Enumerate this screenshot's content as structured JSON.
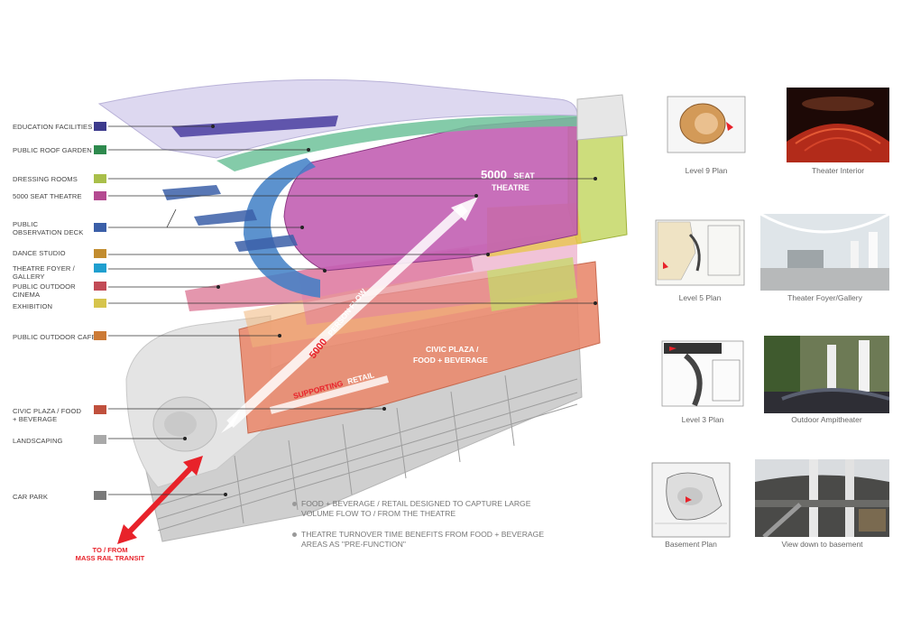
{
  "legend": [
    {
      "label": "EDUCATION FACILITIES",
      "color": "#3c3a8c"
    },
    {
      "label": "PUBLIC ROOF GARDEN",
      "color": "#2e8a4e"
    },
    {
      "label": "DRESSING ROOMS",
      "color": "#a9bf4a"
    },
    {
      "label": "5000 SEAT THEATRE",
      "color": "#b44a91"
    },
    {
      "label": "PUBLIC OBSERVATION DECK",
      "color": "#3b5fa8"
    },
    {
      "label": "DANCE STUDIO",
      "color": "#c28c2f"
    },
    {
      "label": "THEATRE FOYER / GALLERY",
      "color": "#1f9fcf"
    },
    {
      "label": "PUBLIC OUTDOOR CINEMA",
      "color": "#c24b56"
    },
    {
      "label": "EXHIBITION",
      "color": "#d6c44c"
    },
    {
      "label": "PUBLIC OUTDOOR CAFE",
      "color": "#cc7a35"
    },
    {
      "label": "CIVIC PLAZA / FOOD + BEVERAGE",
      "color": "#c0503d"
    },
    {
      "label": "LANDSCAPING",
      "color": "#a9a9a9"
    },
    {
      "label": "CAR PARK",
      "color": "#7a7a7a"
    }
  ],
  "diagram_labels": {
    "theatre_num": "5000",
    "theatre_rest": "SEAT",
    "theatre_line2": "THEATRE",
    "flow_num": "5000",
    "flow_rest": "PERSON FLOW",
    "civic_line1": "CIVIC PLAZA /",
    "civic_line2": "FOOD + BEVERAGE",
    "retail_red": "SUPPORTING",
    "retail_white": "RETAIL"
  },
  "transit": {
    "line1": "TO / FROM",
    "line2": "MASS RAIL TRANSIT"
  },
  "notes": [
    "FOOD + BEVERAGE / RETAIL DESIGNED TO CAPTURE LARGE VOLUME FLOW TO / FROM THE THEATRE",
    "THEATRE TURNOVER TIME BENEFITS FROM FOOD + BEVERAGE AREAS AS \"PRE-FUNCTION\""
  ],
  "plans": [
    {
      "plan_caption": "Level 9 Plan",
      "photo_caption": "Theater Interior"
    },
    {
      "plan_caption": "Level 5 Plan",
      "photo_caption": "Theater Foyer/Gallery"
    },
    {
      "plan_caption": "Level 3 Plan",
      "photo_caption": "Outdoor Ampitheater"
    },
    {
      "plan_caption": "Basement Plan",
      "photo_caption": "View down to basement"
    }
  ]
}
